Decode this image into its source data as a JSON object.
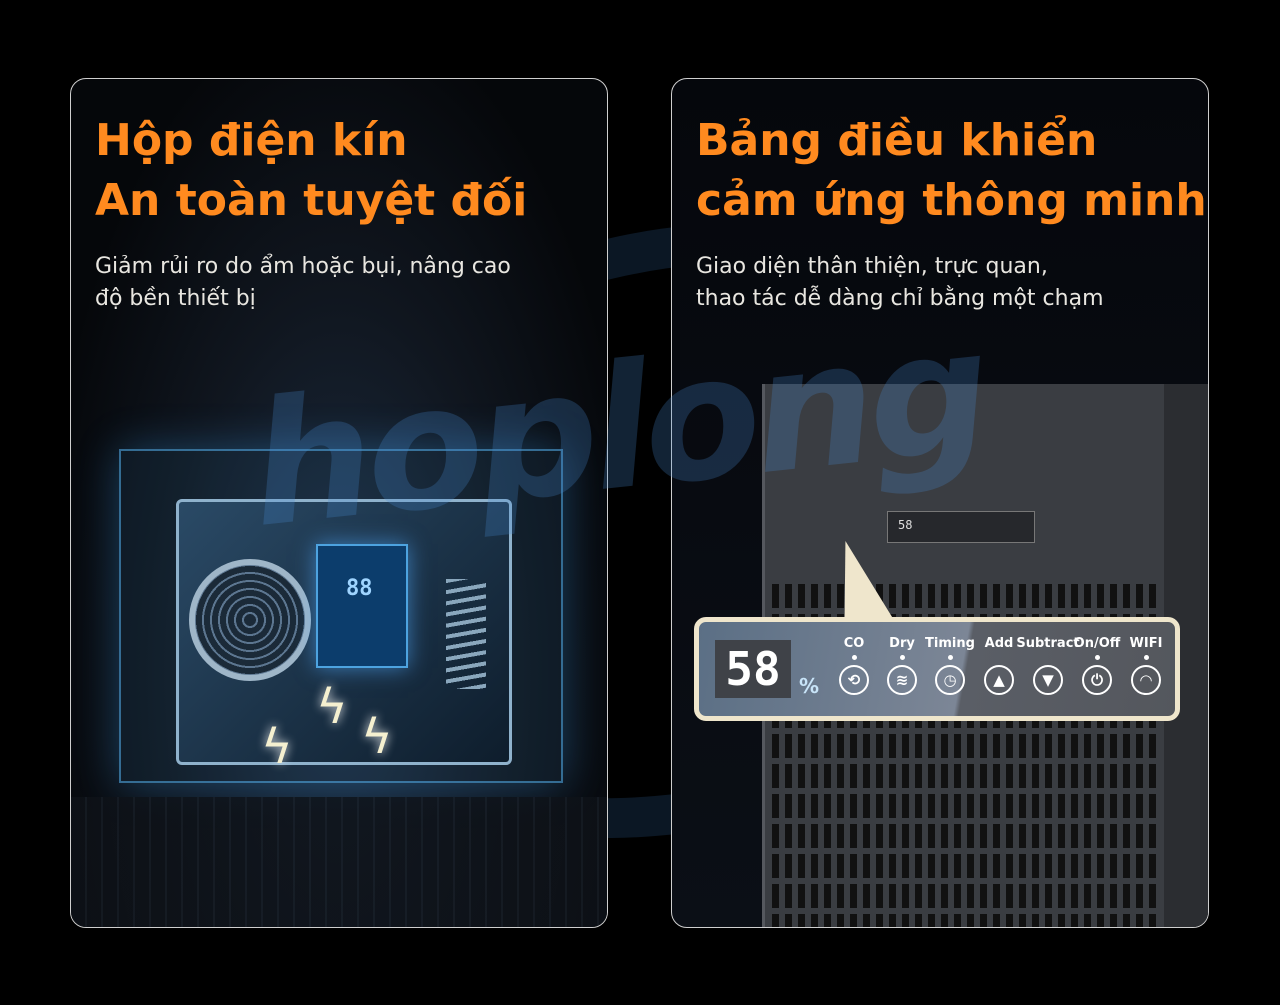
{
  "left_card": {
    "title_lines": [
      "Hộp điện kín",
      "An toàn tuyệt đối"
    ],
    "description_lines": [
      "Giảm rủi ro do ẩm hoặc bụi, nâng cao",
      "độ bền thiết bị"
    ],
    "display_digits": "88"
  },
  "right_card": {
    "title_lines": [
      "Bảng điều khiển",
      "cảm ứng thông minh"
    ],
    "description_lines": [
      "Giao diện thân thiện, trực quan,",
      "thao tác dễ dàng chỉ bằng một chạm"
    ],
    "control_panel": {
      "humidity_value": "58",
      "humidity_unit": "%",
      "buttons": [
        {
          "label": "CO",
          "icon": "cycle-icon",
          "glyph": "⟲"
        },
        {
          "label": "Dry",
          "icon": "heat-waves-icon",
          "glyph": "≋"
        },
        {
          "label": "Timing",
          "icon": "clock-icon",
          "glyph": "◷"
        },
        {
          "label": "Add",
          "icon": "chevron-up-icon",
          "glyph": "▲"
        },
        {
          "label": "Subtract",
          "icon": "chevron-down-icon",
          "glyph": "▼"
        },
        {
          "label": "On/Off",
          "icon": "power-icon",
          "glyph": "⏻"
        },
        {
          "label": "WIFI",
          "icon": "wifi-icon",
          "glyph": "◠"
        }
      ]
    }
  },
  "watermark": "hoplong",
  "colors": {
    "accent": "#ff8a1f",
    "background": "#000000",
    "panel_border": "#efe6cc"
  }
}
